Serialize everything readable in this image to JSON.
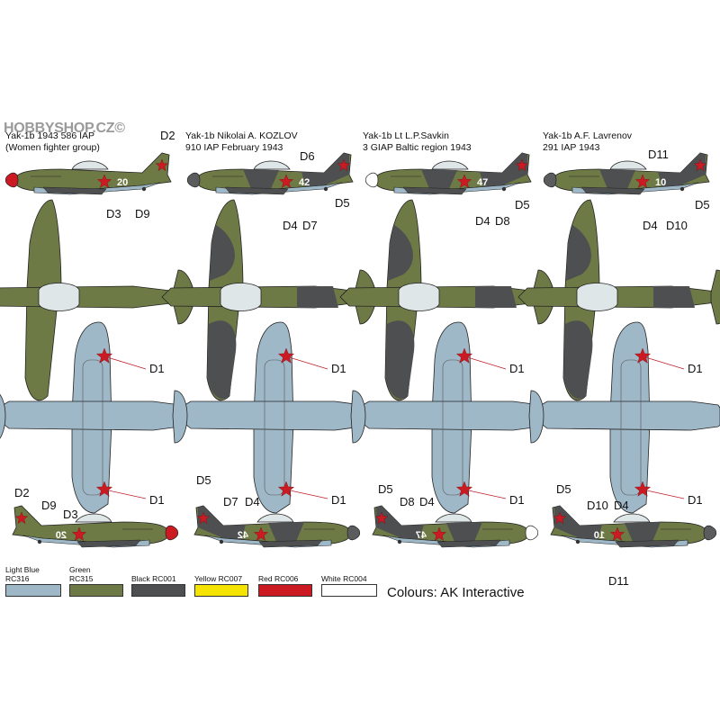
{
  "watermark": "HOBBYSHOP.CZ©",
  "columns": [
    {
      "caption_line1": "Yak-1b 1943 586 IAP",
      "caption_line2": "(Women fighter group)",
      "scheme": "green",
      "spinner": "red",
      "side_number": "20",
      "profile_labels": [
        "D2",
        "D3",
        "D9"
      ],
      "bottom_labels": [
        "D2",
        "D9",
        "D3"
      ]
    },
    {
      "caption_line1": "Yak-1b Nikolai A. KOZLOV",
      "caption_line2": "910 IAP February 1943",
      "scheme": "camo",
      "spinner": "grey",
      "side_number": "42",
      "profile_labels": [
        "D6",
        "D5",
        "D4",
        "D7"
      ],
      "bottom_labels": [
        "D5",
        "D7",
        "D4"
      ]
    },
    {
      "caption_line1": "Yak-1b Lt L.P.Savkin",
      "caption_line2": "3 GIAP Baltic region 1943",
      "scheme": "camo",
      "spinner": "white",
      "side_number": "47",
      "profile_labels": [
        "D5",
        "D4",
        "D8"
      ],
      "bottom_labels": [
        "D5",
        "D8",
        "D4"
      ]
    },
    {
      "caption_line1": "Yak-1b A.F. Lavrenov",
      "caption_line2": "291 IAP 1943",
      "scheme": "camo",
      "spinner": "grey",
      "side_number": "10",
      "profile_labels": [
        "D11",
        "D5",
        "D4",
        "D10"
      ],
      "bottom_labels": [
        "D5",
        "D10",
        "D4",
        "D11"
      ]
    }
  ],
  "underside_label": "D1",
  "swatches": [
    {
      "line1": "Light Blue",
      "line2": "RC316",
      "color": "#9fb8c8"
    },
    {
      "line1": "Green",
      "line2": "RC315",
      "color": "#6e7a45"
    },
    {
      "line1": "Black RC001",
      "line2": "",
      "color": "#4d4f51"
    },
    {
      "line1": "Yellow RC007",
      "line2": "",
      "color": "#f4e400"
    },
    {
      "line1": "Red RC006",
      "line2": "",
      "color": "#cc1a22"
    },
    {
      "line1": "White RC004",
      "line2": "",
      "color": "#ffffff"
    }
  ],
  "credit": "Colours: AK Interactive",
  "colors": {
    "green": "#6e7a45",
    "dark_grey": "#4d4f51",
    "light_blue": "#9fb8c8",
    "red": "#cc1a22",
    "canopy": "#dfe6e8"
  }
}
